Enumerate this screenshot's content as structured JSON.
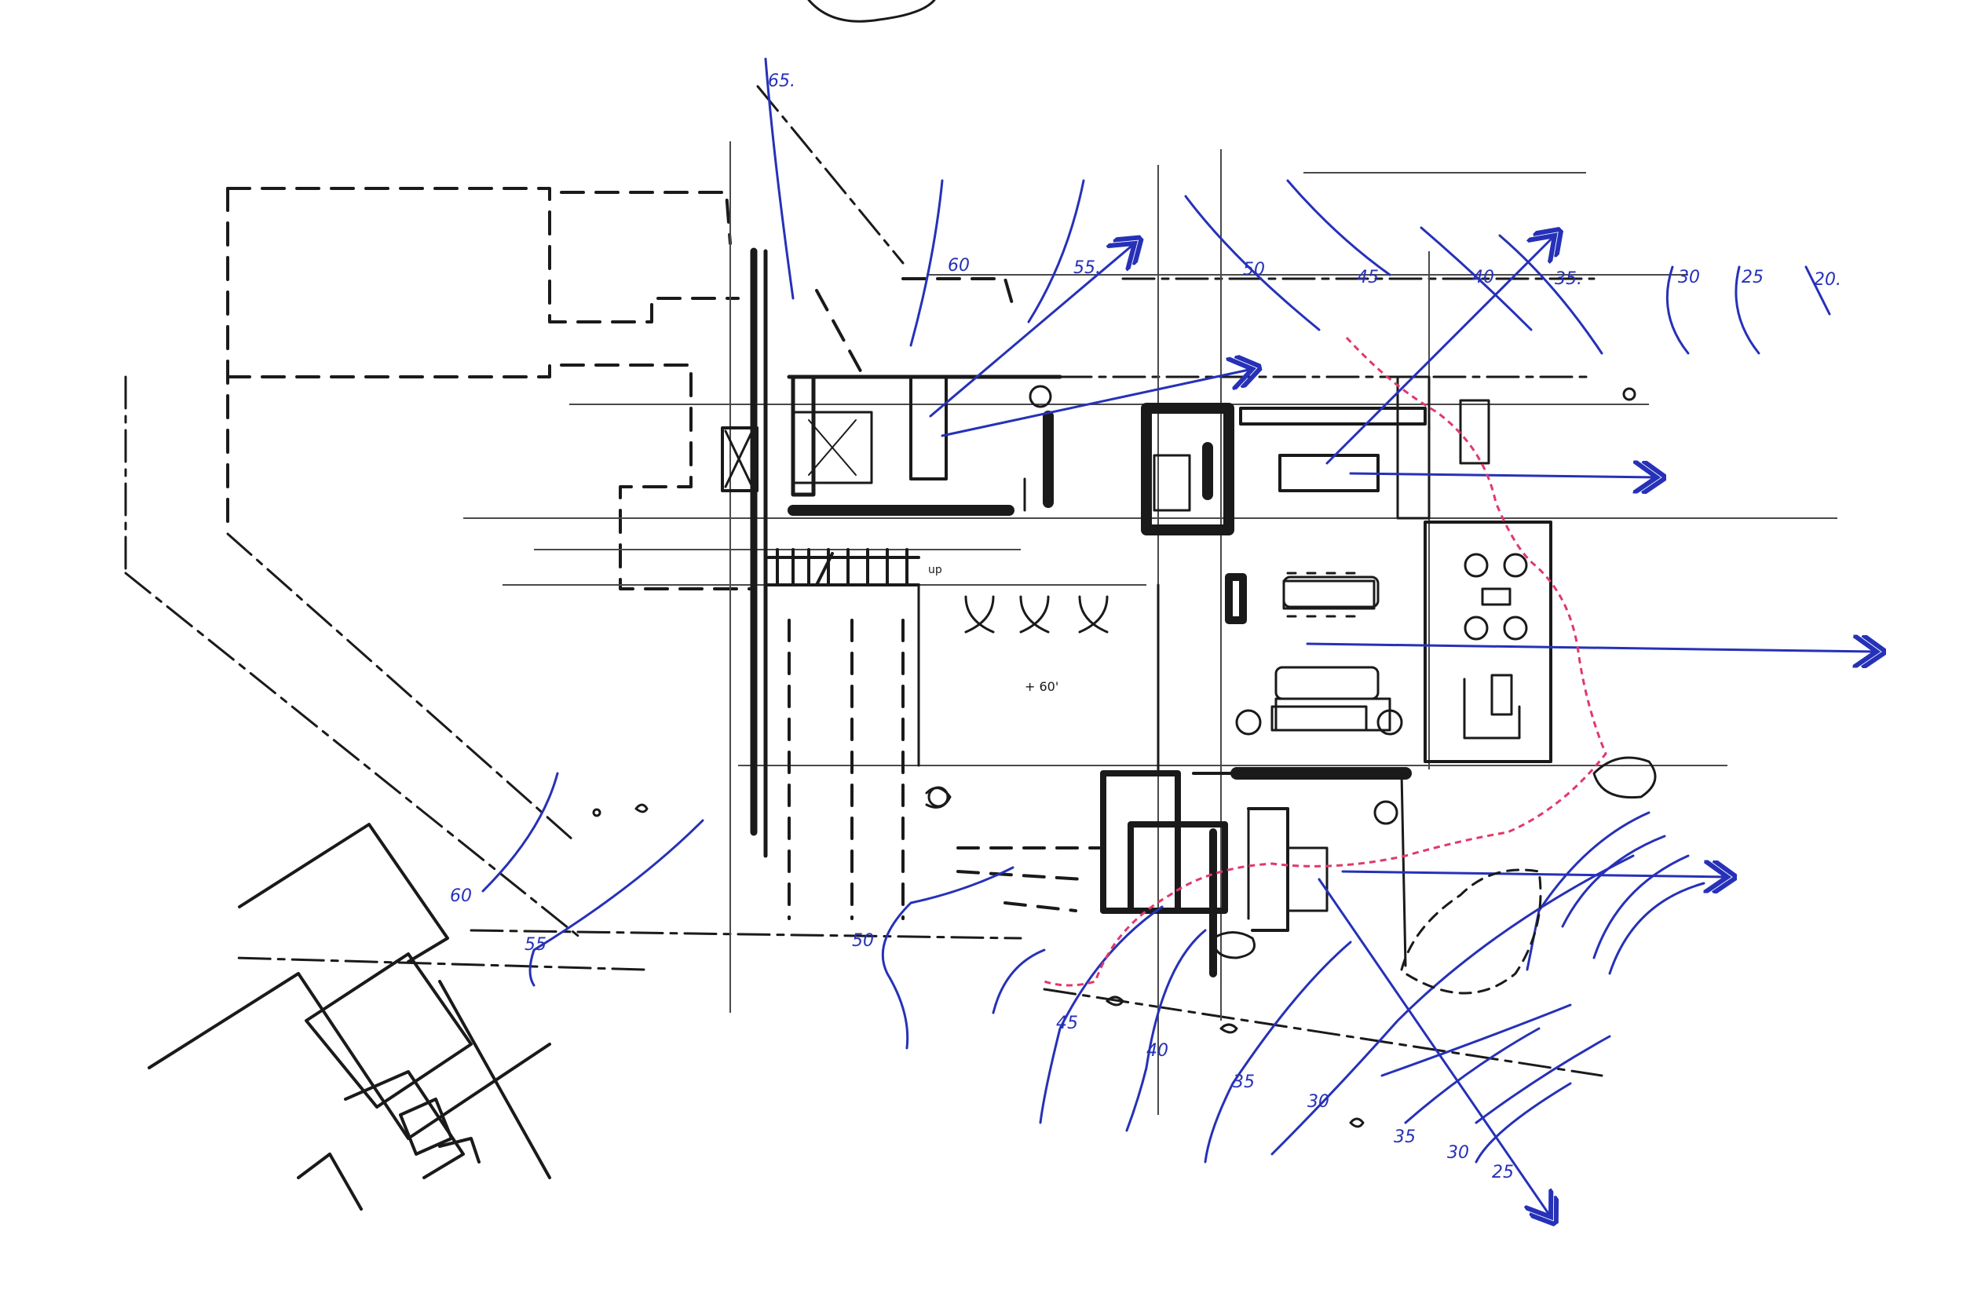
{
  "contours": {
    "c65a": "65.",
    "c60a": "60",
    "c55a": "55.",
    "c50a": "50",
    "c45a": "45",
    "c40a": "40",
    "c35a": "35.",
    "c30a": "30",
    "c25a": "25",
    "c20a": "20.",
    "c60b": "60",
    "c55b": "55",
    "c50b": "50",
    "c45b": "45",
    "c40b": "40",
    "c35b": "35",
    "c30b": "30",
    "c35c": "35",
    "c30c": "30",
    "c25b": "25"
  },
  "annotations": {
    "spot_level": "+ 60'",
    "stair_up": "up"
  },
  "colors": {
    "pencil": "#1a1a1a",
    "blue_ink": "#2631b8",
    "red_line": "#e0396a",
    "paper": "#ffffff"
  }
}
